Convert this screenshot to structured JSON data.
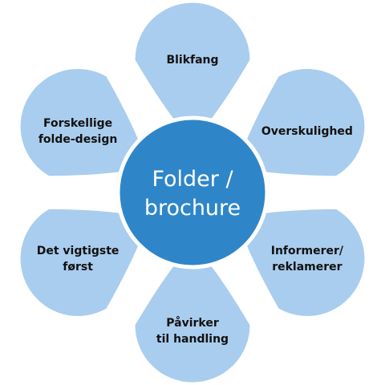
{
  "diagram": {
    "center": {
      "label": "Folder /\nbrochure"
    },
    "petals": [
      {
        "label": "Blikfang"
      },
      {
        "label": "Overskulighed"
      },
      {
        "label": "Informerer/\nreklamerer"
      },
      {
        "label": "Påvirker\ntil handling"
      },
      {
        "label": "Det vigtigste\nførst"
      },
      {
        "label": "Forskellige\nfolde-design"
      }
    ],
    "colors": {
      "petal_fill": "#a9cdee",
      "petal_stroke": "#ffffff",
      "center_fill": "#2e86c9",
      "center_stroke": "#ffffff",
      "label_text": "#111111",
      "center_text": "#ffffff"
    }
  }
}
